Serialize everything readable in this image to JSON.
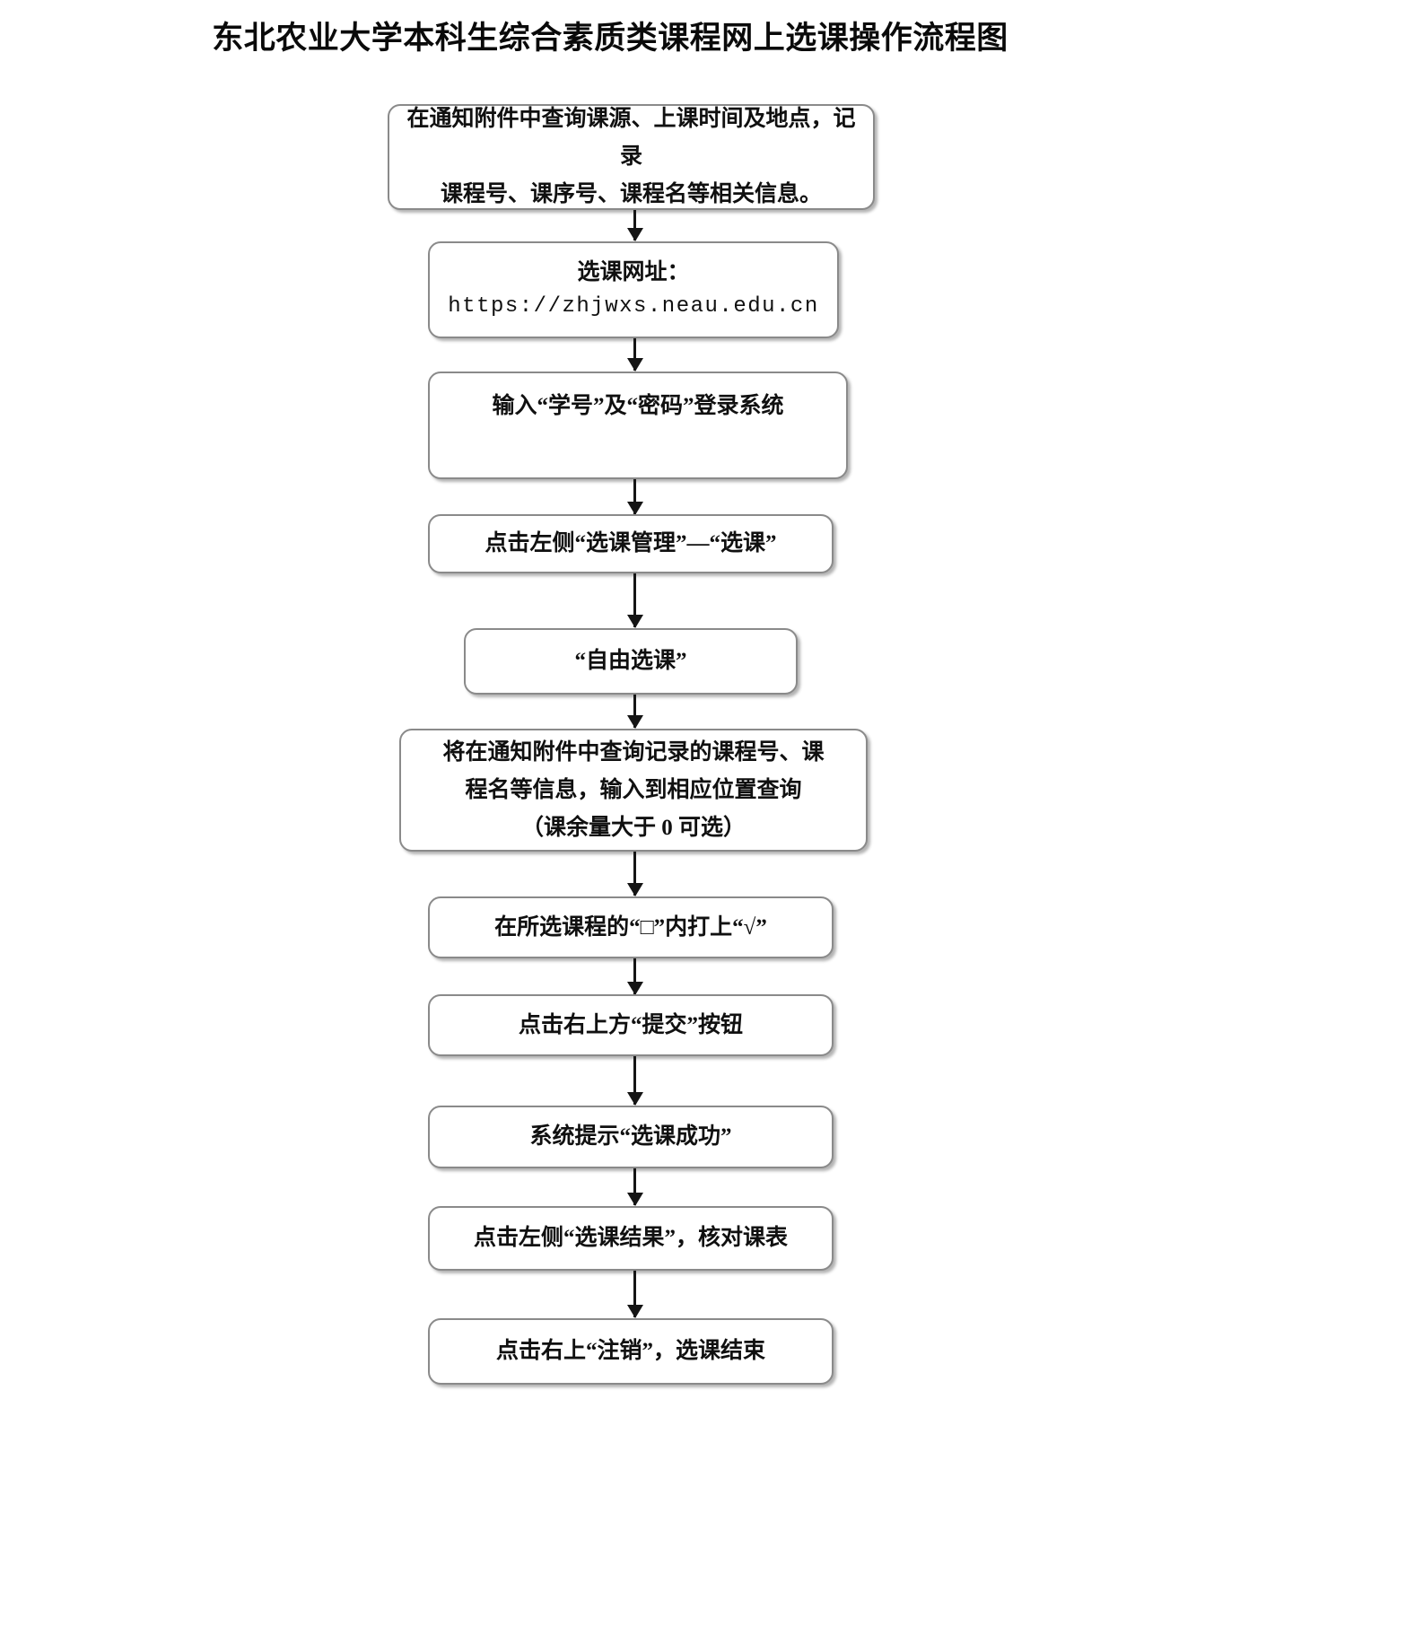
{
  "page": {
    "title": "东北农业大学本科生综合素质类课程网上选课操作流程图",
    "background_color": "#ffffff",
    "border_color": "#8a8a8a",
    "text_color": "#101010"
  },
  "chart_data": {
    "type": "diagram",
    "diagram_kind": "flowchart",
    "orientation": "top-to-bottom",
    "title": "东北农业大学本科生综合素质类课程网上选课操作流程图",
    "node_count": 11,
    "connector": "downward-arrow",
    "nodes": [
      {
        "id": "step-1",
        "text": "在通知附件中查询课源、上课时间及地点，记录\n课程号、课序号、课程名等相关信息。"
      },
      {
        "id": "step-2",
        "text": "选课网址：",
        "text2": "https://zhjwxs.neau.edu.cn"
      },
      {
        "id": "step-3",
        "text": "输入“学号”及“密码”登录系统"
      },
      {
        "id": "step-4",
        "text": "点击左侧“选课管理”—“选课”"
      },
      {
        "id": "step-5",
        "text": "“自由选课”"
      },
      {
        "id": "step-6",
        "text": "将在通知附件中查询记录的课程号、课\n程名等信息，输入到相应位置查询\n（课余量大于 0 可选）"
      },
      {
        "id": "step-7",
        "text": "在所选课程的“□”内打上“√”"
      },
      {
        "id": "step-8",
        "text": "点击右上方“提交”按钮"
      },
      {
        "id": "step-9",
        "text": "系统提示“选课成功”"
      },
      {
        "id": "step-10",
        "text": "点击左侧“选课结果”，核对课表"
      },
      {
        "id": "step-11",
        "text": "点击右上“注销”，选课结束"
      }
    ],
    "edges": [
      {
        "from": "step-1",
        "to": "step-2"
      },
      {
        "from": "step-2",
        "to": "step-3"
      },
      {
        "from": "step-3",
        "to": "step-4"
      },
      {
        "from": "step-4",
        "to": "step-5"
      },
      {
        "from": "step-5",
        "to": "step-6"
      },
      {
        "from": "step-6",
        "to": "step-7"
      },
      {
        "from": "step-7",
        "to": "step-8"
      },
      {
        "from": "step-8",
        "to": "step-9"
      },
      {
        "from": "step-9",
        "to": "step-10"
      },
      {
        "from": "step-10",
        "to": "step-11"
      }
    ]
  }
}
